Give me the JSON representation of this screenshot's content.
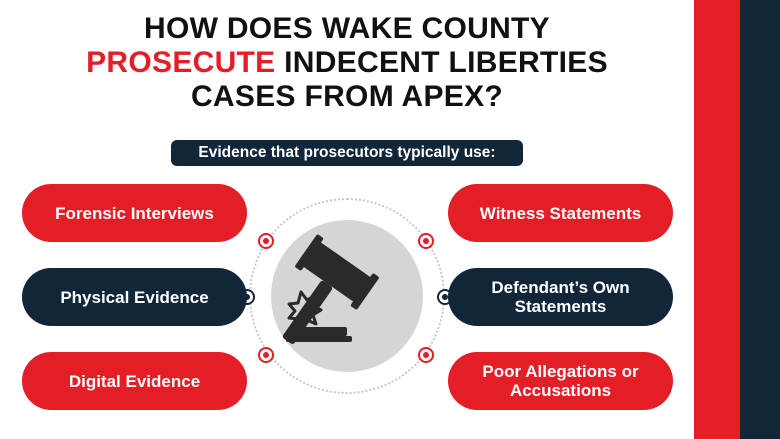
{
  "title": {
    "line1": "HOW DOES WAKE COUNTY",
    "line2_accent": "PROSECUTE",
    "line2_rest": " INDECENT LIBERTIES",
    "line3": "CASES FROM APEX?"
  },
  "subtitle": "Evidence that prosecutors typically use:",
  "evidence": {
    "forensic_interviews": "Forensic Interviews",
    "physical_evidence": "Physical Evidence",
    "digital_evidence": "Digital Evidence",
    "witness_statements": "Witness Statements",
    "defendants_own_statements": "Defendant’s Own Statements",
    "poor_allegations": "Poor Allegations or Accusations"
  },
  "center_icon": "gavel-icon",
  "colors": {
    "red": "#e41e26",
    "navy": "#12263a",
    "disc": "#d5d5d5"
  }
}
